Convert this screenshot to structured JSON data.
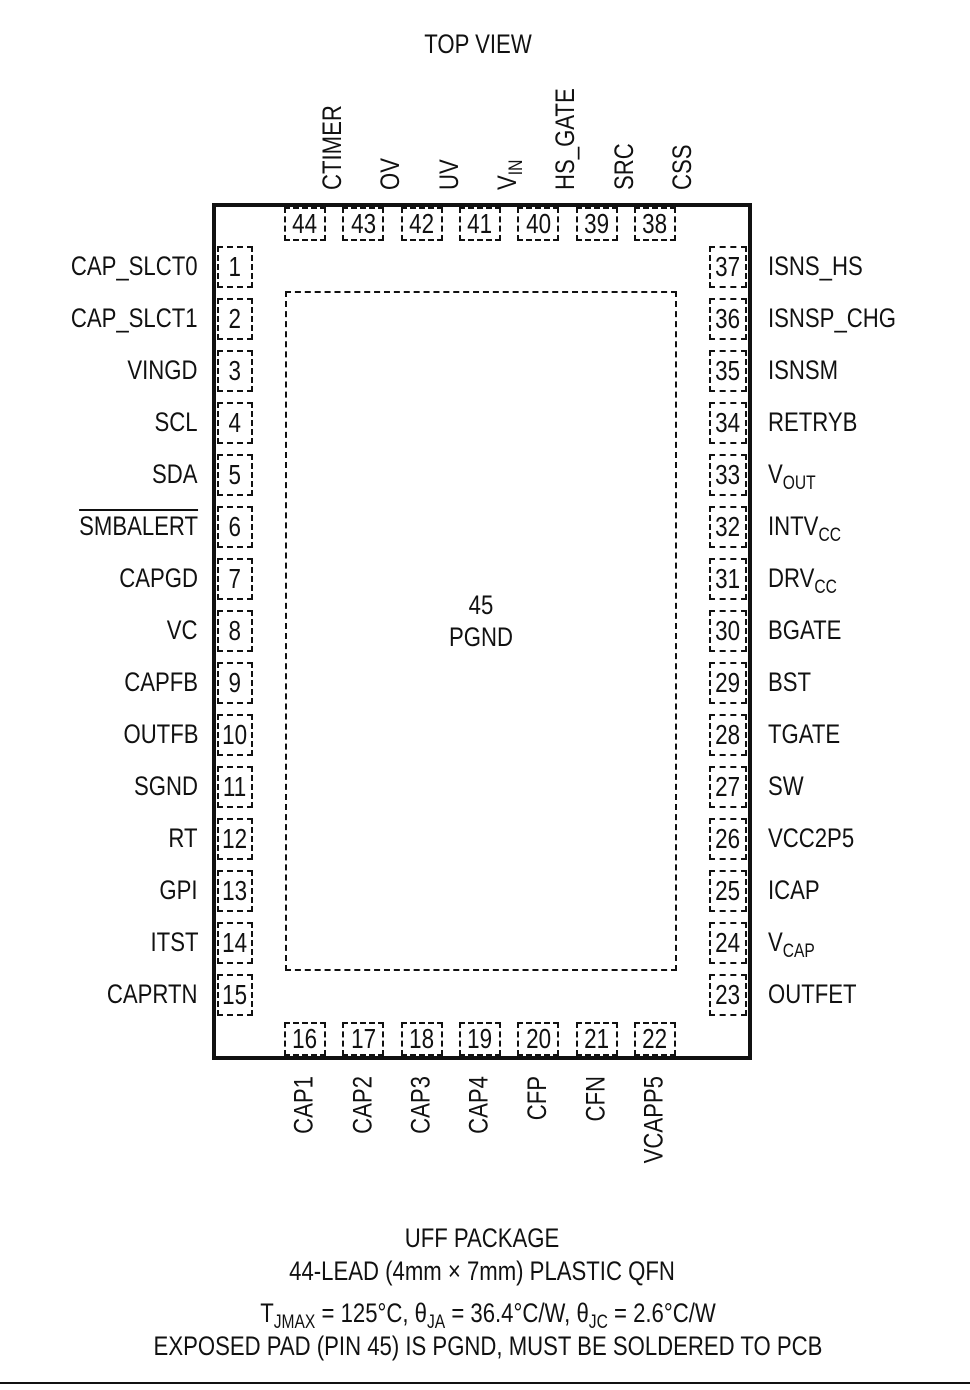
{
  "header": {
    "title": "TOP VIEW"
  },
  "exposed_pad": {
    "number": "45",
    "name": "PGND"
  },
  "pins": {
    "left": [
      {
        "num": "1",
        "name": "CAP_SLCT0"
      },
      {
        "num": "2",
        "name": "CAP_SLCT1"
      },
      {
        "num": "3",
        "name": "VINGD"
      },
      {
        "num": "4",
        "name": "SCL"
      },
      {
        "num": "5",
        "name": "SDA"
      },
      {
        "num": "6",
        "name": "SMBALERT",
        "overline": true
      },
      {
        "num": "7",
        "name": "CAPGD"
      },
      {
        "num": "8",
        "name": "VC"
      },
      {
        "num": "9",
        "name": "CAPFB"
      },
      {
        "num": "10",
        "name": "OUTFB"
      },
      {
        "num": "11",
        "name": "SGND"
      },
      {
        "num": "12",
        "name": "RT"
      },
      {
        "num": "13",
        "name": "GPI"
      },
      {
        "num": "14",
        "name": "ITST"
      },
      {
        "num": "15",
        "name": "CAPRTN"
      }
    ],
    "right": [
      {
        "num": "37",
        "name": "ISNS_HS"
      },
      {
        "num": "36",
        "name": "ISNSP_CHG"
      },
      {
        "num": "35",
        "name": "ISNSM"
      },
      {
        "num": "34",
        "name": "RETRYB"
      },
      {
        "num": "33",
        "name": "V",
        "sub": "OUT"
      },
      {
        "num": "32",
        "name": "INTV",
        "sub": "CC"
      },
      {
        "num": "31",
        "name": "DRV",
        "sub": "CC"
      },
      {
        "num": "30",
        "name": "BGATE"
      },
      {
        "num": "29",
        "name": "BST"
      },
      {
        "num": "28",
        "name": "TGATE"
      },
      {
        "num": "27",
        "name": "SW"
      },
      {
        "num": "26",
        "name": "VCC2P5"
      },
      {
        "num": "25",
        "name": "ICAP"
      },
      {
        "num": "24",
        "name": "V",
        "sub": "CAP"
      },
      {
        "num": "23",
        "name": "OUTFET"
      }
    ],
    "top": [
      {
        "num": "44",
        "name": "CTIMER"
      },
      {
        "num": "43",
        "name": "OV"
      },
      {
        "num": "42",
        "name": "UV"
      },
      {
        "num": "41",
        "name": "V",
        "sub": "IN"
      },
      {
        "num": "40",
        "name": "HS_GATE"
      },
      {
        "num": "39",
        "name": "SRC"
      },
      {
        "num": "38",
        "name": "CSS"
      }
    ],
    "bottom": [
      {
        "num": "16",
        "name": "CAP1"
      },
      {
        "num": "17",
        "name": "CAP2"
      },
      {
        "num": "18",
        "name": "CAP3"
      },
      {
        "num": "19",
        "name": "CAP4"
      },
      {
        "num": "20",
        "name": "CFP"
      },
      {
        "num": "21",
        "name": "CFN"
      },
      {
        "num": "22",
        "name": "VCAPP5"
      }
    ]
  },
  "footer": {
    "package": "UFF PACKAGE",
    "description": "44-LEAD (4mm × 7mm) PLASTIC QFN",
    "thermal": {
      "t": "T",
      "t_sub": "JMAX",
      "t_val": " = 125°C, ",
      "ja": "θ",
      "ja_sub": "JA",
      "ja_val": " = 36.4°C/W, ",
      "jc": "θ",
      "jc_sub": "JC",
      "jc_val": " = 2.6°C/W"
    },
    "note": "EXPOSED PAD (PIN 45) IS PGND, MUST BE SOLDERED TO PCB"
  }
}
